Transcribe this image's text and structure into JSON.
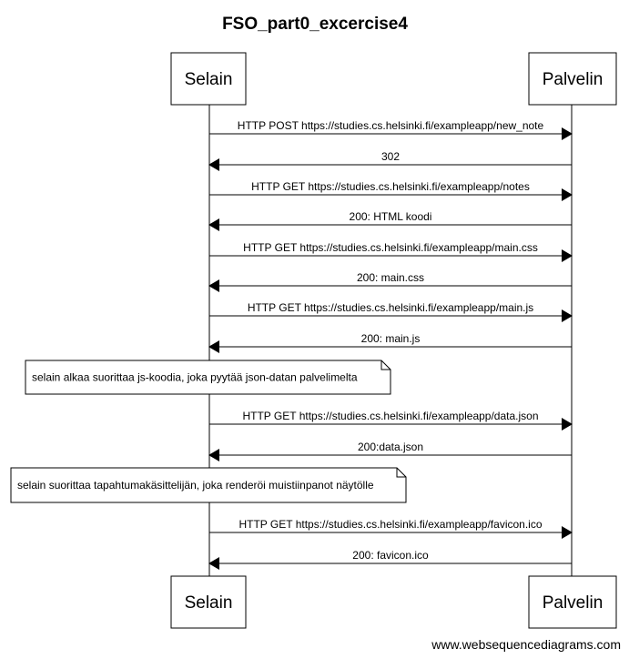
{
  "title": "FSO_part0_excercise4",
  "actors": {
    "left": "Selain",
    "right": "Palvelin"
  },
  "messages": [
    {
      "from": "left",
      "to": "right",
      "label": "HTTP POST https://studies.cs.helsinki.fi/exampleapp/new_note"
    },
    {
      "from": "right",
      "to": "left",
      "label": "302"
    },
    {
      "from": "left",
      "to": "right",
      "label": "HTTP GET https://studies.cs.helsinki.fi/exampleapp/notes"
    },
    {
      "from": "right",
      "to": "left",
      "label": "200: HTML koodi"
    },
    {
      "from": "left",
      "to": "right",
      "label": "HTTP GET https://studies.cs.helsinki.fi/exampleapp/main.css"
    },
    {
      "from": "right",
      "to": "left",
      "label": "200: main.css"
    },
    {
      "from": "left",
      "to": "right",
      "label": "HTTP GET https://studies.cs.helsinki.fi/exampleapp/main.js"
    },
    {
      "from": "right",
      "to": "left",
      "label": "200: main.js"
    },
    {
      "from": "left",
      "to": "right",
      "label": "HTTP GET https://studies.cs.helsinki.fi/exampleapp/data.json"
    },
    {
      "from": "right",
      "to": "left",
      "label": "200:data.json"
    },
    {
      "from": "left",
      "to": "right",
      "label": "HTTP GET https://studies.cs.helsinki.fi/exampleapp/favicon.ico"
    },
    {
      "from": "right",
      "to": "left",
      "label": "200: favicon.ico"
    }
  ],
  "notes": [
    {
      "label": "selain alkaa suorittaa js-koodia, joka pyytää json-datan palvelimelta"
    },
    {
      "label": "selain suorittaa tapahtumakäsittelijän, joka renderöi muistiinpanot näytölle"
    }
  ],
  "footer": "www.websequencediagrams.com"
}
